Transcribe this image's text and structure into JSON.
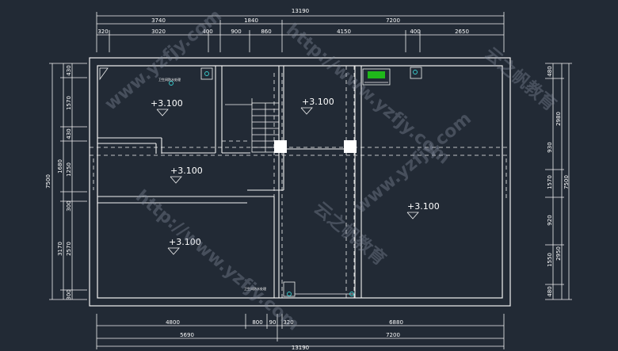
{
  "canvas": {
    "bg": "#222a35",
    "line": "#f2f2f2"
  },
  "dims_top": {
    "overall": "13190",
    "groups": [
      "3740",
      "1840",
      "7200"
    ],
    "segments": [
      "320",
      "3020",
      "400",
      "900",
      "860",
      "4150",
      "400",
      "2650"
    ]
  },
  "dims_bottom": {
    "overall": "13190",
    "groups": [
      "5690",
      "7200"
    ],
    "segments": [
      "4800",
      "800",
      "90",
      "320",
      "6880"
    ]
  },
  "dims_left": {
    "overall": "7500",
    "segments": [
      "430",
      "1570",
      "430",
      "1680",
      "1250",
      "300",
      "3170",
      "2570",
      "300"
    ]
  },
  "dims_right": {
    "overall": "7500",
    "segments": [
      "480",
      "2980",
      "930",
      "1570",
      "920",
      "1550",
      "2950",
      "480"
    ]
  },
  "levels": [
    "+3.100",
    "+3.100",
    "+3.100",
    "+3.100",
    "+3.100"
  ],
  "small_labels": [
    "卫生间防水处理",
    "卫生间防水处理"
  ],
  "watermarks": [
    "http://www.yzfjy.com",
    "云之帆教育",
    "www.yzfjy.com"
  ]
}
